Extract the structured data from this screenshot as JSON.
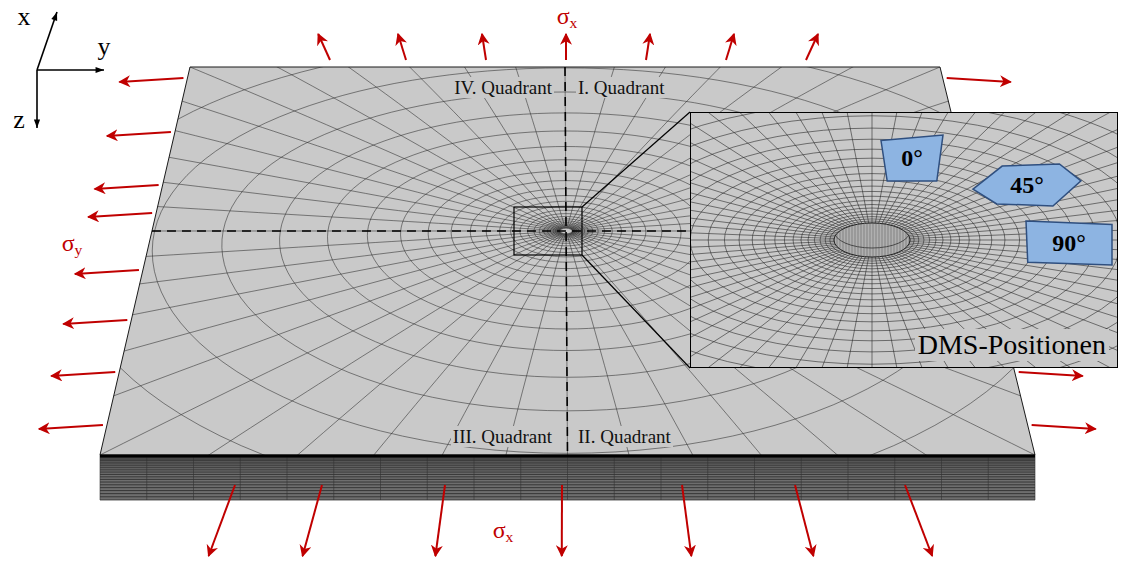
{
  "diagram": {
    "nodes": [
      {
        "text": [
          "DMS-Positionen"
        ]
      },
      {
        "text": [
          "0°"
        ],
        "in": 0
      },
      {
        "text": [
          "45°"
        ],
        "in": 0
      },
      {
        "text": [
          "90°"
        ],
        "in": 0
      }
    ],
    "labels": [
      "x",
      "y",
      "z",
      "σx",
      "IV. Quadrant",
      "I. Quadrant",
      "σy",
      "III. Quadrant",
      "II. Quadrant",
      "σx"
    ]
  }
}
